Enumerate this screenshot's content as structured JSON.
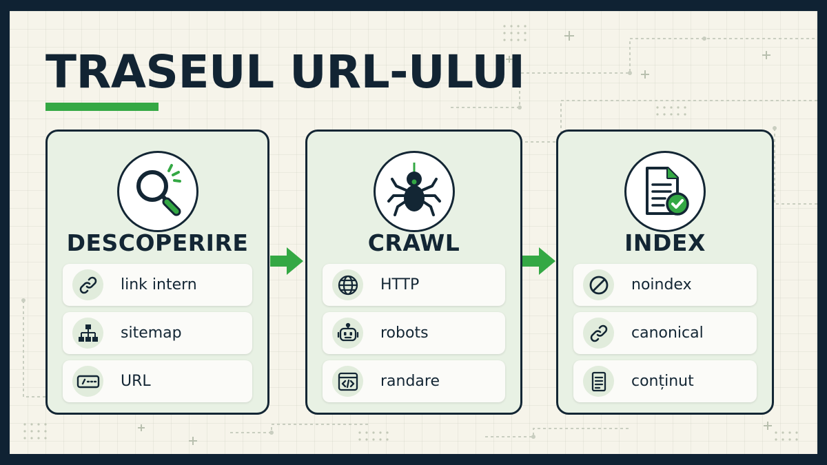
{
  "title": "TRASEUL URL-ULUI",
  "colors": {
    "background_frame": "#0f2233",
    "canvas": "#f6f4ea",
    "panel_fill": "#e8f1e4",
    "outline": "#132634",
    "accent_green": "#34a844"
  },
  "stages": [
    {
      "label": "DESCOPERIRE",
      "icon": "magnifier-icon",
      "items": [
        {
          "label": "link intern",
          "icon": "link-icon"
        },
        {
          "label": "sitemap",
          "icon": "sitemap-icon"
        },
        {
          "label": "URL",
          "icon": "url-field-icon"
        }
      ]
    },
    {
      "label": "CRAWL",
      "icon": "spider-icon",
      "items": [
        {
          "label": "HTTP",
          "icon": "globe-icon"
        },
        {
          "label": "robots",
          "icon": "robot-icon"
        },
        {
          "label": "randare",
          "icon": "code-window-icon"
        }
      ]
    },
    {
      "label": "INDEX",
      "icon": "document-check-icon",
      "items": [
        {
          "label": "noindex",
          "icon": "prohibited-icon"
        },
        {
          "label": "canonical",
          "icon": "link-icon"
        },
        {
          "label": "conținut",
          "icon": "document-lines-icon"
        }
      ]
    }
  ],
  "connectors": [
    {
      "from": "DESCOPERIRE",
      "to": "CRAWL",
      "icon": "arrow-right-icon"
    },
    {
      "from": "CRAWL",
      "to": "INDEX",
      "icon": "arrow-right-icon"
    }
  ]
}
